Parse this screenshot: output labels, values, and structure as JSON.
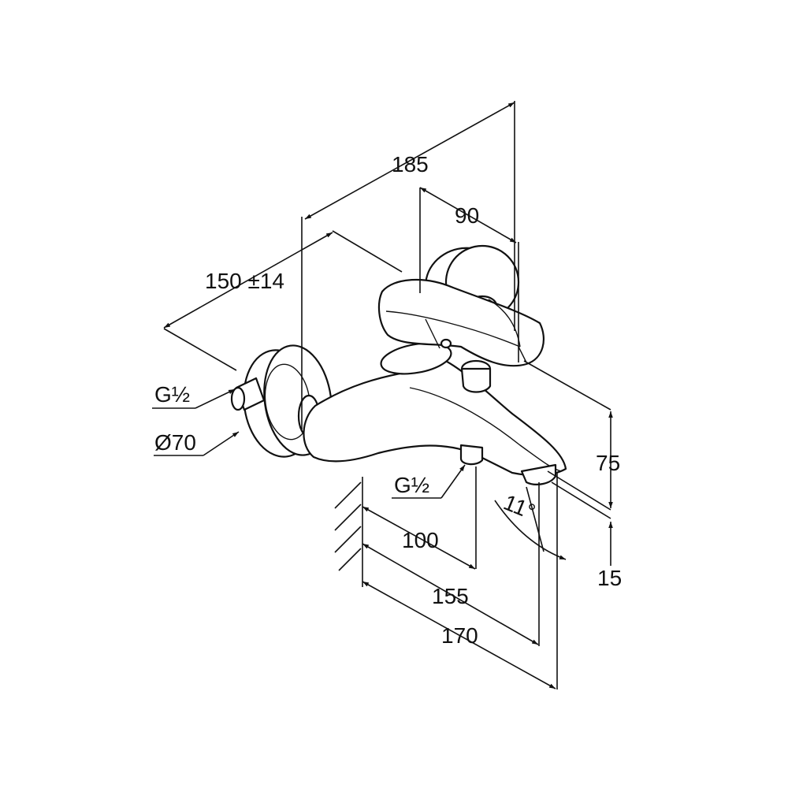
{
  "dimensions": {
    "overall_width": "185",
    "handle_depth": "90",
    "inlet_spacing": "150 ±14",
    "inlet_thread": "G½",
    "escutcheon_diameter": "Ø70",
    "outlet_thread": "G½",
    "outlet_projection": "100",
    "spout_projection": "155",
    "total_projection": "170",
    "spout_height": "75",
    "spout_drop": "15",
    "spout_angle": "11°"
  },
  "colors": {
    "line": "#111111",
    "background": "#ffffff"
  }
}
